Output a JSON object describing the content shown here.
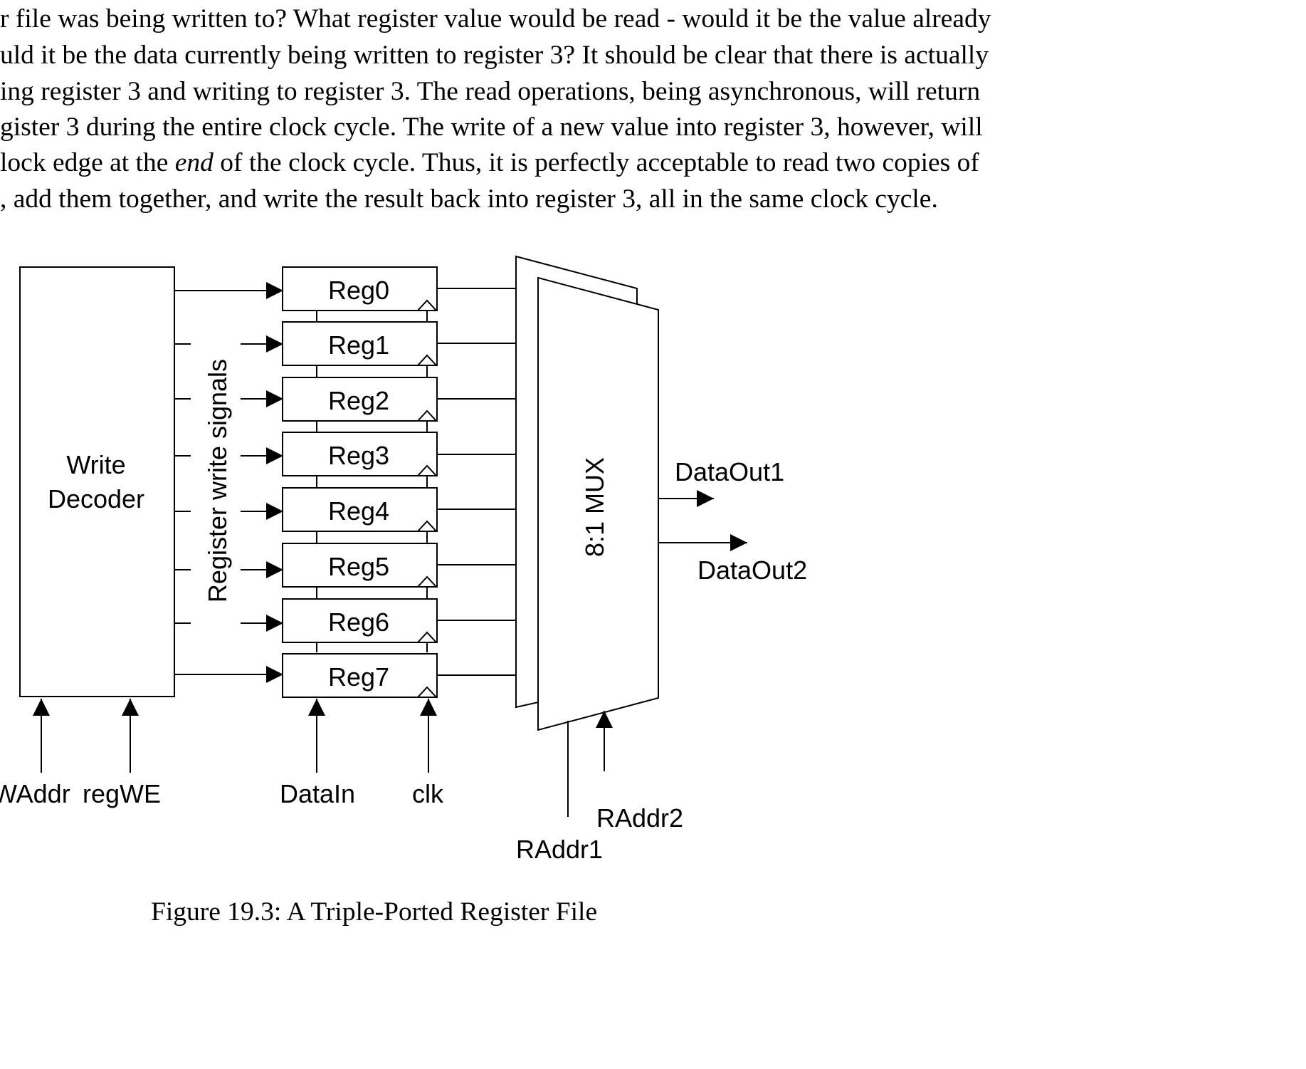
{
  "paragraph": {
    "lines": [
      "r file was being written to? What register value would be read - would it be the value already",
      "uld it be the data currently being written to register 3? It should be clear that there is actually",
      "ing register 3 and writing to register 3. The read operations, being asynchronous, will return",
      "gister 3 during the entire clock cycle. The write of a new value into register 3, however, will"
    ],
    "line5_before": "lock edge at the ",
    "line5_emph": "end",
    "line5_after": " of the clock cycle. Thus, it is perfectly acceptable to read two copies of",
    "line6": ", add them together, and write the result back into register 3, all in the same clock cycle."
  },
  "diagram": {
    "write_decoder": [
      "Write",
      "Decoder"
    ],
    "write_signals_label": "Register write signals",
    "registers": [
      "Reg0",
      "Reg1",
      "Reg2",
      "Reg3",
      "Reg4",
      "Reg5",
      "Reg6",
      "Reg7"
    ],
    "mux_label": "8:1 MUX",
    "outputs": [
      "DataOut1",
      "DataOut2"
    ],
    "inputs": {
      "waddr": "WAddr",
      "regwe": "regWE",
      "datain": "DataIn",
      "clk": "clk",
      "raddr1": "RAddr1",
      "raddr2": "RAddr2"
    }
  },
  "caption": "Figure 19.3: A Triple-Ported Register File"
}
